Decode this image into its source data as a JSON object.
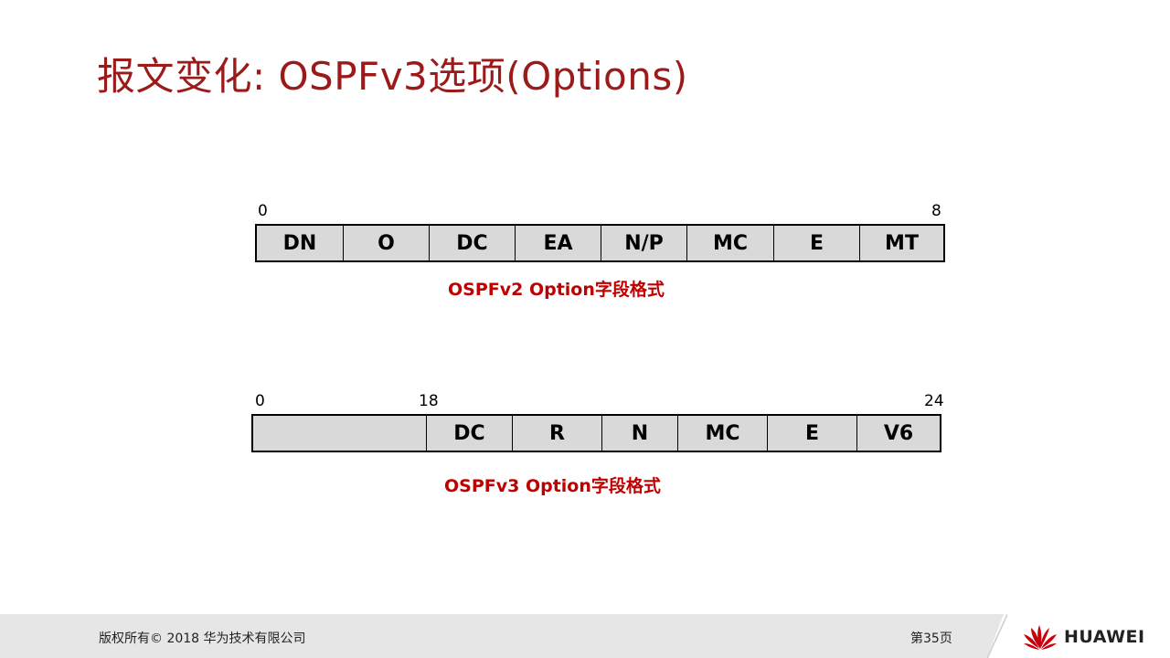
{
  "title": "报文变化: OSPFv3选项(Options)",
  "v2": {
    "start_bit": "0",
    "end_bit": "8",
    "fields": [
      "DN",
      "O",
      "DC",
      "EA",
      "N/P",
      "MC",
      "E",
      "MT"
    ],
    "caption": "OSPFv2 Option字段格式"
  },
  "v3": {
    "start_bit": "0",
    "mid_bit": "18",
    "end_bit": "24",
    "fields": [
      "",
      "DC",
      "R",
      "N",
      "MC",
      "E",
      "V6"
    ],
    "caption": "OSPFv3 Option字段格式"
  },
  "footer": {
    "copyright": "版权所有© 2018 华为技术有限公司",
    "page": "第35页",
    "brand": "HUAWEI",
    "brand_color": "#c7000b"
  },
  "colors": {
    "title": "#9b1a1a",
    "caption": "#c00000",
    "cell_fill": "#d9d9d9"
  }
}
